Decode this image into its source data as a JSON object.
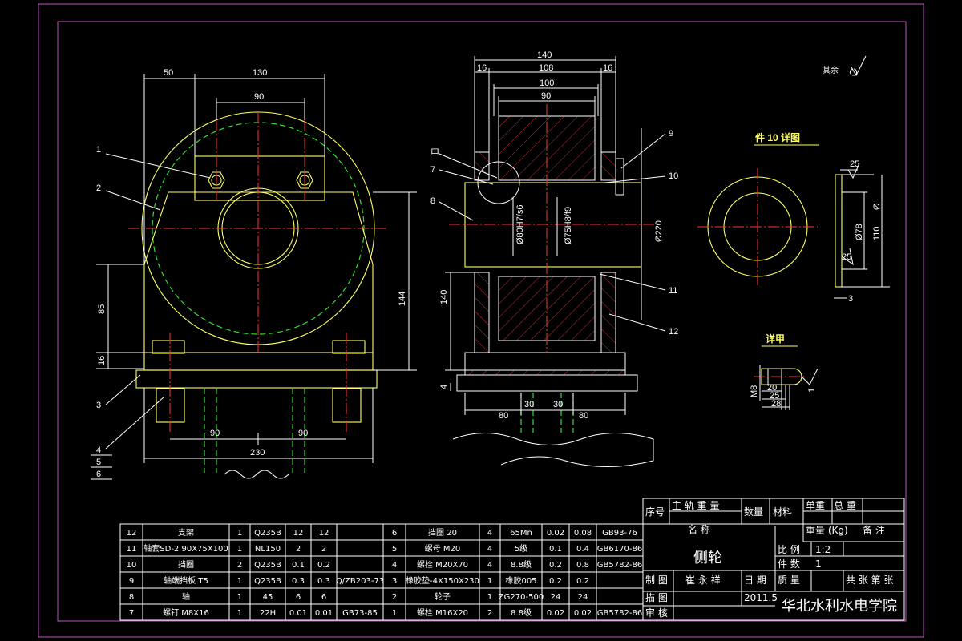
{
  "roughness": "其余",
  "front_view": {
    "dim_top_left": "50",
    "dim_top_right": "130",
    "dim_inner": "90",
    "dim_left_height": "85",
    "dim_base_thickness": "16",
    "dim_right_height": "144",
    "dim_bottom_left": "90",
    "dim_bottom_right": "90",
    "dim_total_width": "230",
    "balloons": [
      "1",
      "2",
      "3",
      "4",
      "5",
      "6"
    ]
  },
  "side_view": {
    "dim_total": "140",
    "dim_left": "16",
    "dim_mid": "108",
    "dim_right": "16",
    "dim_100": "100",
    "dim_90": "90",
    "label_jia": "甲",
    "dim_bore1": "Ø80H7/s6",
    "dim_bore2": "Ø75H8/f9",
    "dim_outer": "Ø220",
    "dim_height": "140",
    "dim_base": "4",
    "dim_b1": "80",
    "dim_b2": "30",
    "dim_b3": "30",
    "dim_b4": "80",
    "balloons_left": [
      "7",
      "8"
    ],
    "balloons_right": [
      "9",
      "10",
      "11",
      "12"
    ]
  },
  "detail10": {
    "title": "件 10 详图",
    "dim_25_top": "25",
    "dim_d": "Ø",
    "dim_110": "110",
    "dim_78": "Ø78",
    "dim_25_side": "25",
    "dim_3": "3"
  },
  "detail_jia": {
    "title": "详甲",
    "dim_m8": "M8",
    "dim_20": "20",
    "dim_25": "25",
    "dim_28": "28",
    "dim_1": "1"
  },
  "parts_table": {
    "rows": [
      {
        "l_no": "12",
        "l_name": "支架",
        "l_qty": "1",
        "l_mat": "Q235B",
        "l_w1": "12",
        "l_w2": "12",
        "l_note": "",
        "r_no": "6",
        "r_name": "挡圈 20",
        "r_qty": "4",
        "r_mat": "65Mn",
        "r_w1": "0.02",
        "r_w2": "0.08",
        "r_note": "GB93-76"
      },
      {
        "l_no": "11",
        "l_name": "轴套SD-2 90X75X100",
        "l_qty": "1",
        "l_mat": "NL150",
        "l_w1": "2",
        "l_w2": "2",
        "l_note": "",
        "r_no": "5",
        "r_name": "螺母 M20",
        "r_qty": "4",
        "r_mat": "5级",
        "r_w1": "0.1",
        "r_w2": "0.4",
        "r_note": "GB6170-86"
      },
      {
        "l_no": "10",
        "l_name": "挡圈",
        "l_qty": "2",
        "l_mat": "Q235B",
        "l_w1": "0.1",
        "l_w2": "0.2",
        "l_note": "",
        "r_no": "4",
        "r_name": "螺栓 M20X70",
        "r_qty": "4",
        "r_mat": "8.8级",
        "r_w1": "0.2",
        "r_w2": "0.8",
        "r_note": "GB5782-86"
      },
      {
        "l_no": "9",
        "l_name": "轴端挡板 T5",
        "l_qty": "1",
        "l_mat": "Q235B",
        "l_w1": "0.3",
        "l_w2": "0.3",
        "l_note": "Q/ZB203-73",
        "r_no": "3",
        "r_name": "橡胶垫-4X150X230",
        "r_qty": "1",
        "r_mat": "橡胶005",
        "r_w1": "0.2",
        "r_w2": "0.2",
        "r_note": ""
      },
      {
        "l_no": "8",
        "l_name": "轴",
        "l_qty": "1",
        "l_mat": "45",
        "l_w1": "6",
        "l_w2": "6",
        "l_note": "",
        "r_no": "2",
        "r_name": "轮子",
        "r_qty": "1",
        "r_mat": "ZG270-500",
        "r_w1": "24",
        "r_w2": "24",
        "r_note": ""
      },
      {
        "l_no": "7",
        "l_name": "螺钉 M8X16",
        "l_qty": "1",
        "l_mat": "22H",
        "l_w1": "0.01",
        "l_w2": "0.01",
        "l_note": "GB73-85",
        "r_no": "1",
        "r_name": "螺栓 M16X20",
        "r_qty": "2",
        "r_mat": "8.8级",
        "r_w1": "0.02",
        "r_w2": "0.02",
        "r_note": "GB5782-86"
      }
    ]
  },
  "title_block": {
    "seq": "序号",
    "main_header": "主 轨 重 量",
    "name_header": "名 称",
    "qty_header": "数量",
    "mat_header": "材料",
    "unit_wt": "单重",
    "total_wt": "总 重",
    "weight_kg": "重量 (Kg)",
    "remark": "备 注",
    "drawing_title": "侧轮",
    "scale_label": "比 例",
    "scale_value": "1:2",
    "count_label": "件 数",
    "count_value": "1",
    "drawn_label": "制 图",
    "drawn_name": "崔 永 祥",
    "date_label": "日 期",
    "quality_label": "质 量",
    "sheets_label": "共 张 第 张",
    "traced_label": "描 图",
    "date_value": "2011.5",
    "check_label": "审 核",
    "school": "华北水利水电学院"
  }
}
